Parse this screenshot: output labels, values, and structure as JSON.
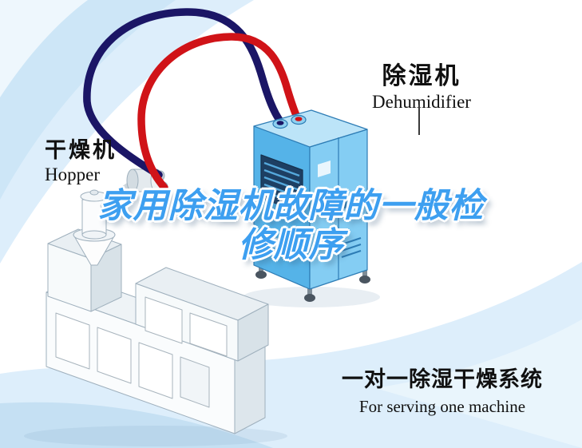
{
  "title": {
    "line1": "家用除湿机故障的一般检",
    "line2": "修顺序"
  },
  "labels": {
    "dehumidifier": {
      "cn": "除湿机",
      "en": "Dehumidifier"
    },
    "hopper": {
      "cn": "干燥机",
      "en": "Hopper"
    },
    "system": {
      "cn": "一对一除湿干燥系统",
      "en": "For serving one machine"
    }
  },
  "colors": {
    "title_blue": "#3d9ff0",
    "pipe_red": "#d01318",
    "pipe_navy": "#1b1666",
    "dehumidifier_blue": "#55b3e8",
    "background_blue": "#cfe7f7",
    "text_black": "#101010"
  },
  "illustration": {
    "parts": [
      "hopper-dryer-machine",
      "hopper-funnel",
      "dehumidifier-unit",
      "red-hose",
      "navy-hose",
      "vent-grille",
      "caster-wheels"
    ]
  }
}
